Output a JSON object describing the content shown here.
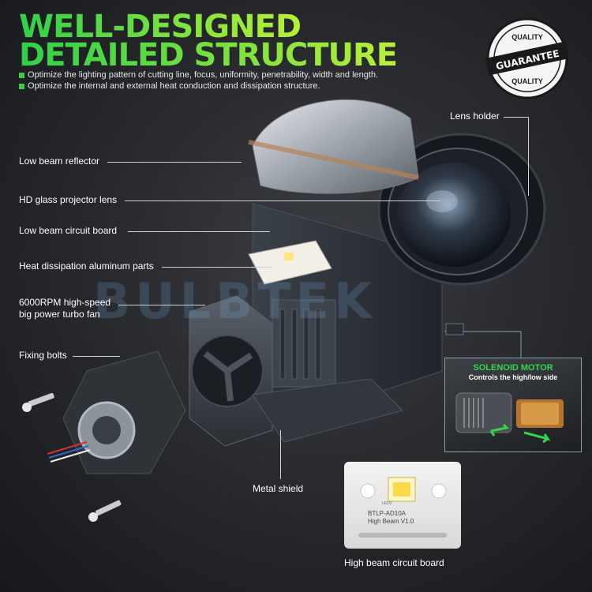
{
  "header": {
    "title_line1": "WELL-DESIGNED",
    "title_line2": "DETAILED STRUCTURE",
    "bullets": [
      "Optimize the lighting pattern of cutting line, focus, uniformity, penetrability, width and length.",
      "Optimize the internal and external heat conduction and dissipation structure."
    ],
    "accent_color": "#3ccc4a"
  },
  "badge": {
    "top_text": "QUALITY",
    "main_text": "GUARANTEE",
    "bottom_text": "QUALITY",
    "icon": "guarantee-seal-icon"
  },
  "watermark": "BULBTEK",
  "labels": {
    "lens_holder": "Lens holder",
    "low_beam_reflector": "Low beam reflector",
    "hd_glass_lens": "HD glass projector lens",
    "low_beam_board": "Low  beam circuit board",
    "heat_dissipation": "Heat dissipation aluminum parts",
    "fan_line1": "6000RPM  high-speed",
    "fan_line2": "big power turbo fan",
    "fixing_bolts": "Fixing bolts",
    "metal_shield": "Metal shield",
    "high_beam_board": "High beam circuit board"
  },
  "solenoid_inset": {
    "title": "SOLENOID MOTOR",
    "subtitle": "Controls the high/low side"
  },
  "board_inset": {
    "part_number": "BTLP-AD10A",
    "beam_version": "High Beam  V1.0",
    "led_mark": "LED2"
  }
}
